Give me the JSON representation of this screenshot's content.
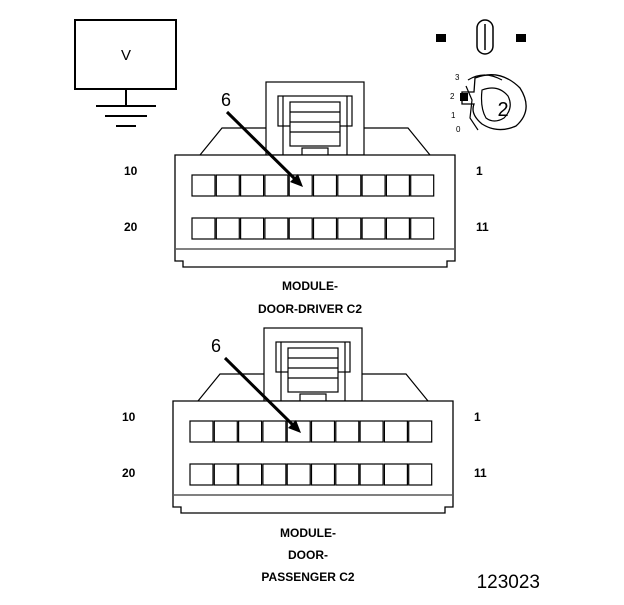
{
  "meter": {
    "label": "V"
  },
  "selector": {
    "positions": [
      "3",
      "2",
      "1",
      "0"
    ],
    "current": "2"
  },
  "connectors": [
    {
      "callout": "6",
      "pin_top_left": "10",
      "pin_top_right": "1",
      "pin_bottom_left": "20",
      "pin_bottom_right": "11",
      "title_lines": [
        "MODULE-",
        "DOOR-DRIVER C2"
      ]
    },
    {
      "callout": "6",
      "pin_top_left": "10",
      "pin_top_right": "1",
      "pin_bottom_left": "20",
      "pin_bottom_right": "11",
      "title_lines": [
        "MODULE-",
        "DOOR-",
        "PASSENGER C2"
      ]
    }
  ],
  "figure_number": "123023"
}
